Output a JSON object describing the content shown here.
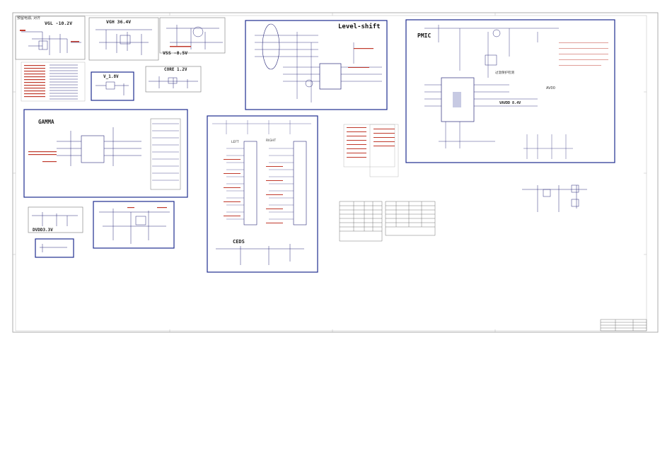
{
  "sheet": {
    "note": "预留电源, 对齐",
    "watermark": "AV00"
  },
  "blocks": {
    "vgl": "VGL -10.2V",
    "vgh": "VGH 36.4V",
    "vss": "VSS -8.5V",
    "v18": "V_1.8V",
    "core": "CORE 1.2V",
    "level_shift": "Level-shift",
    "pmic": "PMIC",
    "gamma": "GAMMA",
    "dvdd": "DVDD3.3V",
    "ceds": "CEDS",
    "pmic_note": "过温保护检测",
    "vavdd": "VAVDD 8.4V"
  },
  "connectors": {
    "left": "LEFT",
    "right": "RIGHT"
  },
  "colors": {
    "frame": "#1f2d8f",
    "wire": "#3a3a8a",
    "net_red": "#c0392b",
    "border": "#888888"
  }
}
